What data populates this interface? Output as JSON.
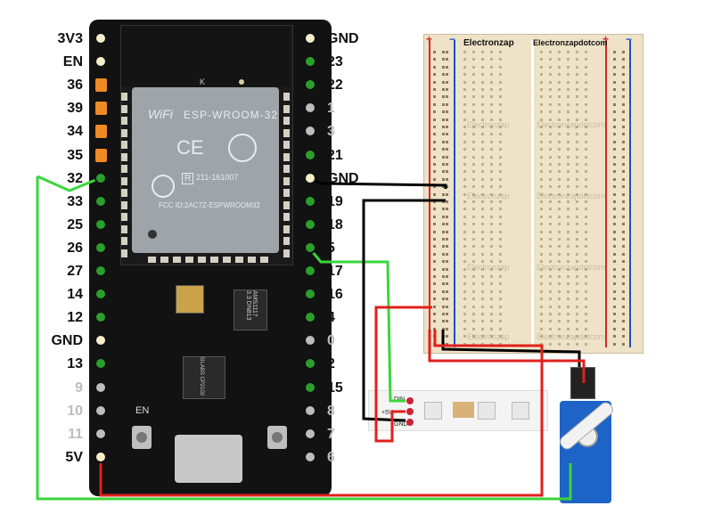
{
  "board": {
    "left_pins": [
      {
        "label": "3V3",
        "color": "#f6eecb",
        "shape": "circle",
        "label_color": "#111111"
      },
      {
        "label": "EN",
        "color": "#f6eecb",
        "shape": "circle",
        "label_color": "#111111"
      },
      {
        "label": "36",
        "color": "#f08a24",
        "shape": "square",
        "label_color": "#111111"
      },
      {
        "label": "39",
        "color": "#f08a24",
        "shape": "square",
        "label_color": "#111111"
      },
      {
        "label": "34",
        "color": "#f08a24",
        "shape": "square",
        "label_color": "#111111"
      },
      {
        "label": "35",
        "color": "#f08a24",
        "shape": "square",
        "label_color": "#111111"
      },
      {
        "label": "32",
        "color": "#2aa02a",
        "shape": "circle",
        "label_color": "#111111"
      },
      {
        "label": "33",
        "color": "#2aa02a",
        "shape": "circle",
        "label_color": "#111111"
      },
      {
        "label": "25",
        "color": "#2aa02a",
        "shape": "circle",
        "label_color": "#111111"
      },
      {
        "label": "26",
        "color": "#2aa02a",
        "shape": "circle",
        "label_color": "#111111"
      },
      {
        "label": "27",
        "color": "#2aa02a",
        "shape": "circle",
        "label_color": "#111111"
      },
      {
        "label": "14",
        "color": "#2aa02a",
        "shape": "circle",
        "label_color": "#111111"
      },
      {
        "label": "12",
        "color": "#2aa02a",
        "shape": "circle",
        "label_color": "#111111"
      },
      {
        "label": "GND",
        "color": "#f6eecb",
        "shape": "circle",
        "label_color": "#111111"
      },
      {
        "label": "13",
        "color": "#2aa02a",
        "shape": "circle",
        "label_color": "#111111"
      },
      {
        "label": "9",
        "color": "#bdbdbd",
        "shape": "circle",
        "label_color": "#bdbdbd"
      },
      {
        "label": "10",
        "color": "#bdbdbd",
        "shape": "circle",
        "label_color": "#bdbdbd"
      },
      {
        "label": "11",
        "color": "#bdbdbd",
        "shape": "circle",
        "label_color": "#bdbdbd"
      },
      {
        "label": "5V",
        "color": "#f6eecb",
        "shape": "circle",
        "label_color": "#111111"
      }
    ],
    "right_pins": [
      {
        "label": "GND",
        "color": "#f6eecb",
        "label_color": "#111111"
      },
      {
        "label": "23",
        "color": "#2aa02a",
        "label_color": "#111111"
      },
      {
        "label": "22",
        "color": "#2aa02a",
        "label_color": "#111111"
      },
      {
        "label": "1",
        "color": "#bdbdbd",
        "label_color": "#bdbdbd"
      },
      {
        "label": "3",
        "color": "#bdbdbd",
        "label_color": "#bdbdbd"
      },
      {
        "label": "21",
        "color": "#2aa02a",
        "label_color": "#111111"
      },
      {
        "label": "GND",
        "color": "#f6eecb",
        "label_color": "#111111"
      },
      {
        "label": "19",
        "color": "#2aa02a",
        "label_color": "#111111"
      },
      {
        "label": "18",
        "color": "#2aa02a",
        "label_color": "#111111"
      },
      {
        "label": "5",
        "color": "#2aa02a",
        "label_color": "#111111"
      },
      {
        "label": "17",
        "color": "#2aa02a",
        "label_color": "#111111"
      },
      {
        "label": "16",
        "color": "#2aa02a",
        "label_color": "#111111"
      },
      {
        "label": "4",
        "color": "#2aa02a",
        "label_color": "#111111"
      },
      {
        "label": "0",
        "color": "#bdbdbd",
        "label_color": "#bdbdbd"
      },
      {
        "label": "2",
        "color": "#2aa02a",
        "label_color": "#111111"
      },
      {
        "label": "15",
        "color": "#2aa02a",
        "label_color": "#111111"
      },
      {
        "label": "8",
        "color": "#bdbdbd",
        "label_color": "#bdbdbd"
      },
      {
        "label": "7",
        "color": "#bdbdbd",
        "label_color": "#bdbdbd"
      },
      {
        "label": "6",
        "color": "#bdbdbd",
        "label_color": "#bdbdbd"
      }
    ],
    "module_text": "ESP-WROOM-32",
    "module_id_text": "211-161007",
    "module_fcc_text": "FCC ID:2AC7Z-ESPWROOM32",
    "wifi_mark": "WiFi",
    "ce_mark": "CE",
    "r_mark": "R",
    "antenna_mark": "K",
    "usb_chip_text": "SILABS CP2102",
    "reg_text": "AMS1117 3.3 DN813",
    "en_button_label": "EN"
  },
  "breadboard": {
    "left_title": "Electronzap",
    "right_title": "Electronzapdotcom",
    "left_watermark": "Electronzap",
    "right_watermark": "Electronzapdotcom",
    "plus": "+",
    "minus": "−"
  },
  "led_strip": {
    "pin_din": "DIN",
    "pin_5v": "+5V",
    "pin_gnd": "GND"
  },
  "colors": {
    "wire_green": "#3ad63a",
    "wire_red": "#e0201c",
    "wire_black": "#000000"
  }
}
